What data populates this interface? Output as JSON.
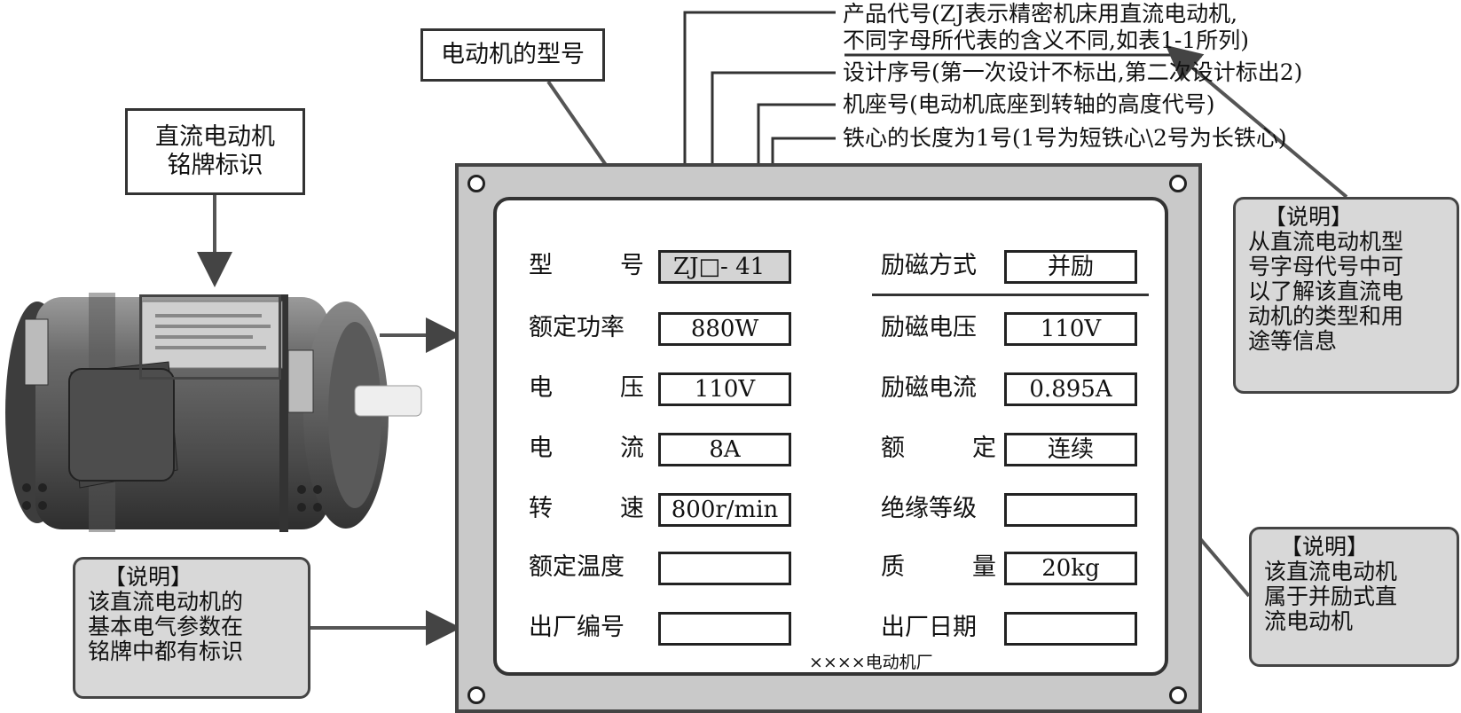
{
  "callouts": {
    "motor_model": "电动机的型号",
    "nameplate_line1": "直流电动机",
    "nameplate_line2": "铭牌标识"
  },
  "top_annotations": [
    "产品代号(ZJ表示精密机床用直流电动机,",
    "不同字母所代表的含义不同,如表1-1所列)",
    "设计序号(第一次设计不标出,第二次设计标出2)",
    "机座号(电动机底座到转轴的高度代号)",
    "铁心的长度为1号(1号为短铁心\\2号为长铁心)"
  ],
  "notes": {
    "right_top": {
      "title": "【说明】",
      "lines": [
        "从直流电动机型",
        "号字母代号中可",
        "以了解该直流电",
        "动机的类型和用",
        "途等信息"
      ]
    },
    "right_bottom": {
      "title": "【说明】",
      "lines": [
        "该直流电动机",
        "属于并励式直",
        "流电动机"
      ]
    },
    "left_bottom": {
      "title": "【说明】",
      "lines": [
        "该直流电动机的",
        "基本电气参数在",
        "铭牌中都有标识"
      ]
    }
  },
  "plate": {
    "left": [
      {
        "a": "型",
        "b": "号",
        "value": "ZJ□- 41"
      },
      {
        "a": "额定功率",
        "b": "",
        "value": "880W"
      },
      {
        "a": "电",
        "b": "压",
        "value": "110V"
      },
      {
        "a": "电",
        "b": "流",
        "value": "8A"
      },
      {
        "a": "转",
        "b": "速",
        "value": "800r/min"
      },
      {
        "a": "额定温度",
        "b": "",
        "value": ""
      },
      {
        "a": "出厂编号",
        "b": "",
        "value": ""
      }
    ],
    "right": [
      {
        "a": "励磁方式",
        "b": "",
        "value": "并励"
      },
      {
        "a": "励磁电压",
        "b": "",
        "value": "110V"
      },
      {
        "a": "励磁电流",
        "b": "",
        "value": "0.895A"
      },
      {
        "a": "额",
        "b": "定",
        "value": "连续"
      },
      {
        "a": "绝缘等级",
        "b": "",
        "value": ""
      },
      {
        "a": "质",
        "b": "量",
        "value": "20kg"
      },
      {
        "a": "出厂日期",
        "b": "",
        "value": ""
      }
    ],
    "factory": "××××电动机厂"
  }
}
